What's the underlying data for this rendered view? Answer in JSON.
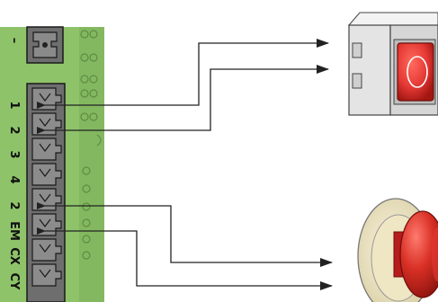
{
  "terminal_block": {
    "board_color": "#8fc36a",
    "board_dark": "#6fa34d",
    "terminal_color": "#6e6e6e",
    "labels": [
      "–",
      "1",
      "2",
      "3",
      "4",
      "2",
      "EM",
      "CX",
      "CY"
    ]
  },
  "devices": {
    "push_button_color": "#e53935",
    "push_button_body": "#e8e8e8",
    "emergency_stop_color": "#d32f2f",
    "emergency_stop_collar": "#f1e9c9"
  },
  "wiring_color": "#222222",
  "connections": [
    {
      "from": "1",
      "to": "push-button"
    },
    {
      "from": "2",
      "to": "push-button"
    },
    {
      "from": "2",
      "to": "emergency-stop"
    },
    {
      "from": "EM",
      "to": "emergency-stop"
    }
  ]
}
